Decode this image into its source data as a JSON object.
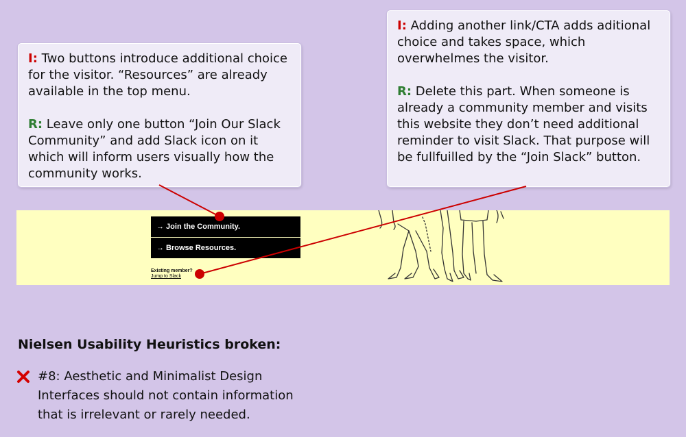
{
  "callout_left": {
    "issue_tag": "I:",
    "issue_text": "Two buttons introduce additional choice for the visitor. “Resources” are already available in the top menu.",
    "recommendation_tag": "R:",
    "recommendation_text": "Leave only one button “Join Our Slack Community” and add Slack icon on it which will inform users visually how the community works."
  },
  "callout_right": {
    "issue_tag": "I:",
    "issue_text": "Adding another link/CTA adds aditional choice and takes space, which overwhelmes the visitor.",
    "recommendation_tag": "R:",
    "recommendation_text": "Delete this part. When someone is already a community member and visits this website they don’t need additional reminder to visit Slack. That purpose will be fullfuilled by the “Join Slack” button."
  },
  "website": {
    "join_button_label": "→ Join the Community.",
    "browse_button_label": "→ Browse Resources.",
    "existing_member_text": "Existing member?",
    "jump_link_text": "Jump to Slack"
  },
  "heuristics": {
    "title": "Nielsen Usability Heuristics broken:",
    "items": [
      {
        "icon": "x-mark-icon",
        "name": "#8: Aesthetic and Minimalist Design",
        "description_line1": "Interfaces should not contain information",
        "description_line2": "that is irrelevant or rarely needed."
      }
    ]
  },
  "colors": {
    "background": "#d3c5e8",
    "callout_background": "#efebf7",
    "issue_tag": "#cc0000",
    "recommendation_tag": "#2e7d32",
    "connector": "#cc0000",
    "website_background": "#ffffc0",
    "button_background": "#000000"
  }
}
